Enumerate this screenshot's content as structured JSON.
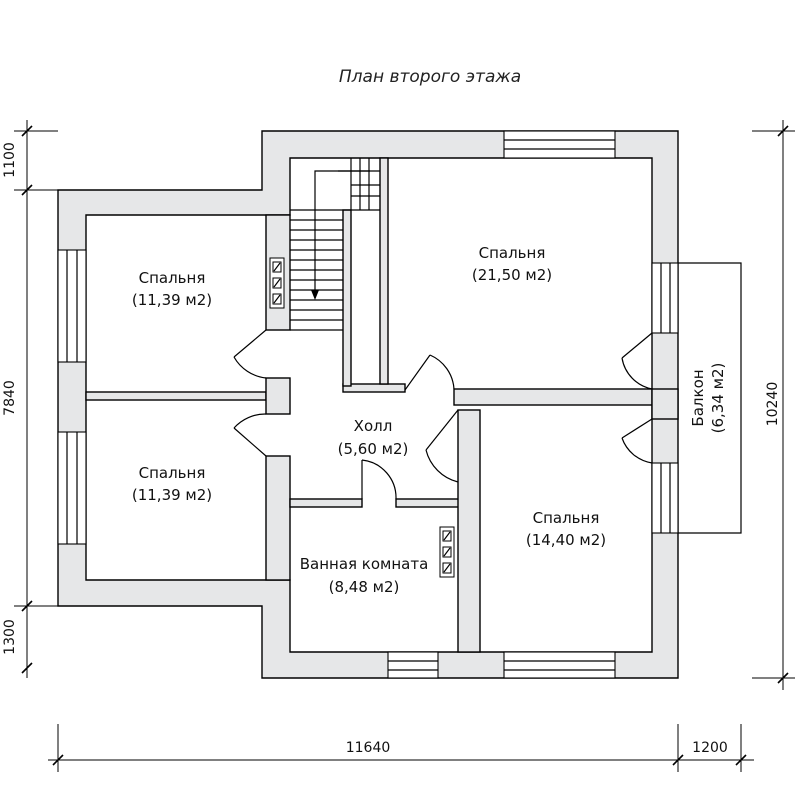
{
  "title": "План второго этажа",
  "rooms": [
    {
      "name": "Спальня",
      "area": "(11,39 м2)"
    },
    {
      "name": "Спальня",
      "area": "(11,39 м2)"
    },
    {
      "name": "Спальня",
      "area": "(21,50 м2)"
    },
    {
      "name": "Холл",
      "area": "(5,60 м2)"
    },
    {
      "name": "Ванная комната",
      "area": "(8,48 м2)"
    },
    {
      "name": "Спальня",
      "area": "(14,40 м2)"
    },
    {
      "name": "Балкон",
      "area": "(6,34 м2)"
    }
  ],
  "dimensions": {
    "left_top": "1100",
    "left_middle": "7840",
    "left_bottom": "1300",
    "right_total": "10240",
    "bottom_main": "11640",
    "bottom_right": "1200"
  }
}
